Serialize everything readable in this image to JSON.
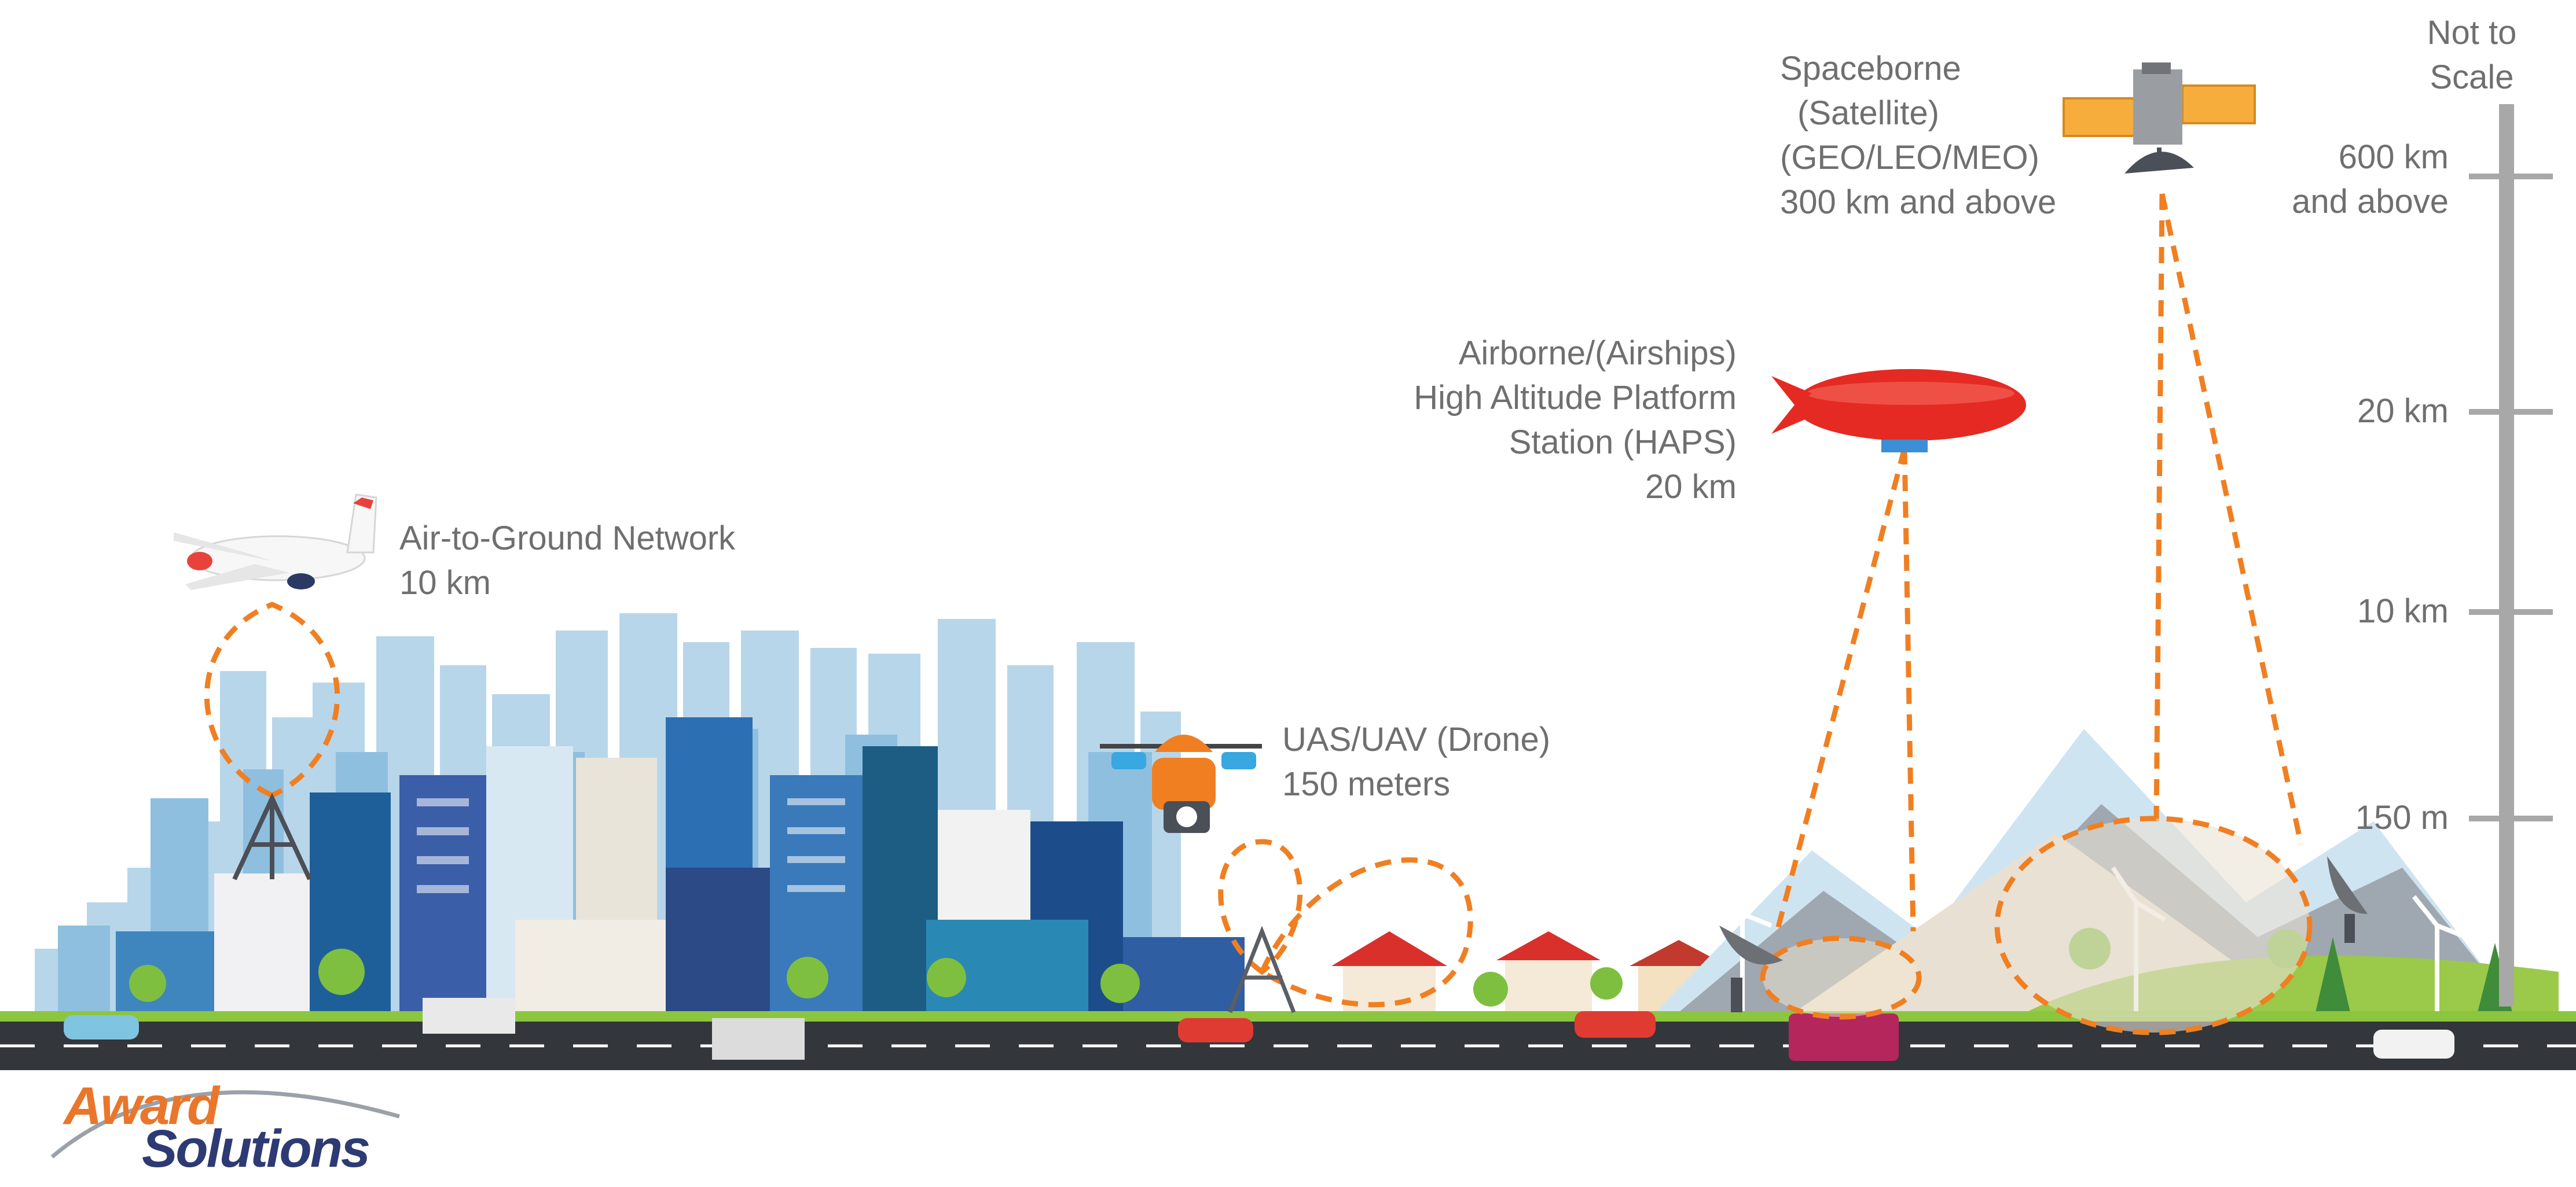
{
  "labels": {
    "not_to_scale": [
      "Not to",
      "Scale"
    ],
    "satellite": [
      "Spaceborne",
      "(Satellite)",
      "(GEO/LEO/MEO)",
      "300 km and above"
    ],
    "haps": [
      "Airborne/(Airships)",
      "High Altitude Platform",
      "Station (HAPS)",
      "20 km"
    ],
    "air_to_ground": [
      "Air-to-Ground Network",
      "10 km"
    ],
    "drone": [
      "UAS/UAV (Drone)",
      "150 meters"
    ]
  },
  "scale": {
    "ticks": [
      {
        "line1": "600 km",
        "line2": "and above"
      },
      {
        "line1": "20 km",
        "line2": ""
      },
      {
        "line1": "10 km",
        "line2": ""
      },
      {
        "line1": "150 m",
        "line2": ""
      }
    ]
  },
  "logo": {
    "line1": "Award",
    "line2": "Solutions"
  },
  "colors": {
    "accent": "#f07f22",
    "scale_bar": "#a8a8a8",
    "text": "#6f6f6f",
    "road": "#33363b",
    "city_light": "#a7cde6",
    "blimp": "#e42a23",
    "logo_orange": "#e9762b",
    "logo_navy": "#2d3a73"
  }
}
